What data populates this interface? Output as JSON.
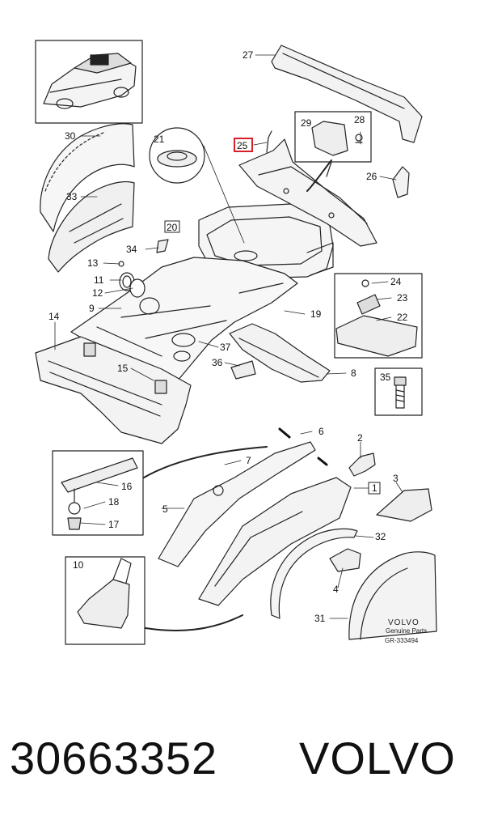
{
  "diagram": {
    "callouts": {
      "c1": "1",
      "c2": "2",
      "c3": "3",
      "c4": "4",
      "c5": "5",
      "c6": "6",
      "c7": "7",
      "c8": "8",
      "c9": "9",
      "c10": "10",
      "c11": "11",
      "c12": "12",
      "c13": "13",
      "c14": "14",
      "c15": "15",
      "c16": "16",
      "c17": "17",
      "c18": "18",
      "c19": "19",
      "c20": "20",
      "c21": "21",
      "c22": "22",
      "c23": "23",
      "c24": "24",
      "c25": "25",
      "c26": "26",
      "c27": "27",
      "c28": "28",
      "c29": "29",
      "c30": "30",
      "c31": "31",
      "c32": "32",
      "c33": "33",
      "c34": "34",
      "c35": "35",
      "c36": "36",
      "c37": "37"
    },
    "brand_mark": "VOLVO",
    "genuine_parts": "Genuine Parts",
    "drawing_ref": "GR-333494",
    "highlight_color": "#d9202a"
  },
  "caption": {
    "part_number": "30663352",
    "brand": "VOLVO"
  }
}
